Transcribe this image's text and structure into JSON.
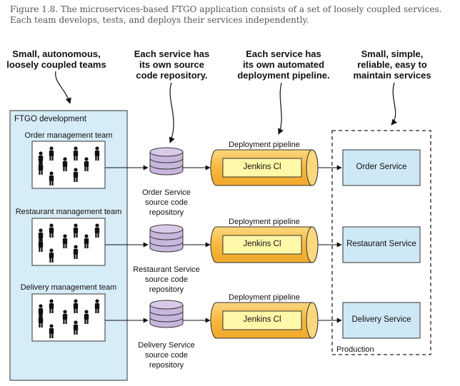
{
  "caption": "Figure 1.8. The microservices-based FTGO application consists of a set of loosely coupled services. Each team develops, tests, and deploys their services independently.",
  "headers": {
    "teams": [
      "Small, autonomous,",
      "loosely coupled teams"
    ],
    "repos": [
      "Each service has",
      "its own source",
      "code repository."
    ],
    "pipelines": [
      "Each service has",
      "its own automated",
      "deployment pipeline."
    ],
    "services": [
      "Small, simple,",
      "reliable, easy to",
      "maintain services"
    ]
  },
  "development": {
    "title": "FTGO development"
  },
  "teams": [
    {
      "name": "Order management team"
    },
    {
      "name": "Restaurant management team"
    },
    {
      "name": "Delivery management team"
    }
  ],
  "repositories": [
    {
      "lines": [
        "Order Service",
        "source code",
        "repository"
      ]
    },
    {
      "lines": [
        "Restaurant Service",
        "source code",
        "repository"
      ]
    },
    {
      "lines": [
        "Delivery Service",
        "source code",
        "repository"
      ]
    }
  ],
  "pipelines": [
    {
      "label": "Deployment pipeline",
      "tool": "Jenkins Cl"
    },
    {
      "label": "Deployment pipeline",
      "tool": "Jenkins Cl"
    },
    {
      "label": "Deployment pipeline",
      "tool": "Jenkins Cl"
    }
  ],
  "services": [
    {
      "name": "Order Service"
    },
    {
      "name": "Restaurant Service"
    },
    {
      "name": "Delivery Service"
    }
  ],
  "production": {
    "label": "Production"
  },
  "colors": {
    "dev_box": "#d6ecf7",
    "service_box": "#cfe8f6",
    "repo": "#c8b6dc",
    "pipe_tube": "#f8c45a",
    "jenkins_box": "#fff8a8"
  },
  "icons": {
    "person": "person-icon",
    "database": "database-icon",
    "pipeline": "pipeline-tube-icon"
  }
}
